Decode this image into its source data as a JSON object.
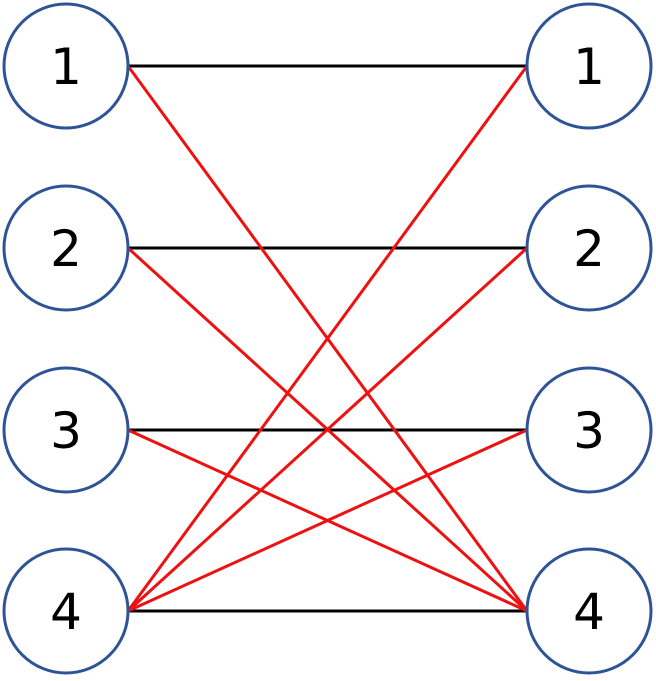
{
  "colors": {
    "node_border": "#2f5496",
    "edge_black": "#000000",
    "edge_red": "#ee1111"
  },
  "left_nodes": [
    {
      "id": "L1",
      "label": "1"
    },
    {
      "id": "L2",
      "label": "2"
    },
    {
      "id": "L3",
      "label": "3"
    },
    {
      "id": "L4",
      "label": "4"
    }
  ],
  "right_nodes": [
    {
      "id": "R1",
      "label": "1"
    },
    {
      "id": "R2",
      "label": "2"
    },
    {
      "id": "R3",
      "label": "3"
    },
    {
      "id": "R4",
      "label": "4"
    }
  ],
  "edges": [
    {
      "from": "L1",
      "to": "R1",
      "color": "black"
    },
    {
      "from": "L2",
      "to": "R2",
      "color": "black"
    },
    {
      "from": "L3",
      "to": "R3",
      "color": "black"
    },
    {
      "from": "L4",
      "to": "R4",
      "color": "black"
    },
    {
      "from": "L1",
      "to": "R4",
      "color": "red"
    },
    {
      "from": "L2",
      "to": "R4",
      "color": "red"
    },
    {
      "from": "L3",
      "to": "R4",
      "color": "red"
    },
    {
      "from": "L4",
      "to": "R1",
      "color": "red"
    },
    {
      "from": "L4",
      "to": "R2",
      "color": "red"
    },
    {
      "from": "L4",
      "to": "R3",
      "color": "red"
    }
  ]
}
